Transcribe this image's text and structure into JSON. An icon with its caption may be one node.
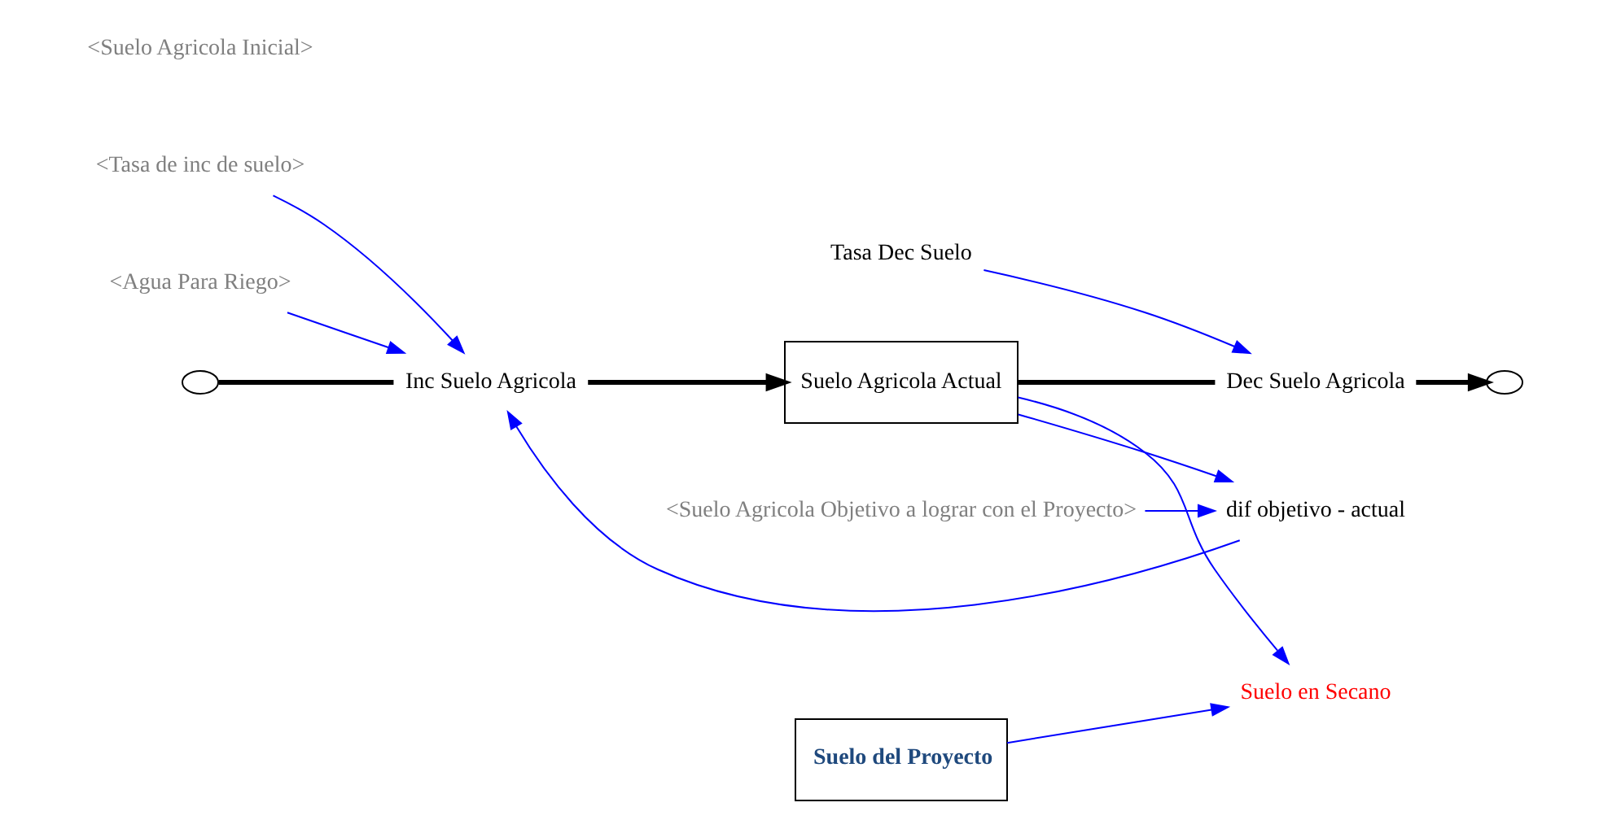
{
  "diagram": {
    "nodes": [
      {
        "text": [
          "<Tasa de inc de suelo>"
        ]
      },
      {
        "text": [
          "<Agua Para Riego>"
        ]
      },
      {
        "text": [],
        "shape": "cloud"
      },
      {
        "text": [
          "Inc Suelo Agricola"
        ]
      },
      {
        "text": [
          "Suelo Agricola Actual"
        ]
      },
      {
        "text": [
          "Dec Suelo Agricola"
        ]
      },
      {
        "text": [],
        "shape": "cloud"
      },
      {
        "text": [
          "<Suelo Agricola Objetivo a lograr con el Proyecto>"
        ]
      },
      {
        "text": [
          "Tasa Dec Suelo"
        ]
      },
      {
        "text": [
          "dif objetivo - actual"
        ]
      },
      {
        "text": [
          "Suelo del Proyecto"
        ]
      },
      {
        "text": [
          "Suelo en Secano"
        ]
      }
    ],
    "edges": [
      {
        "from": 2,
        "to": 3,
        "arrow": "none",
        "style": "thick",
        "color": "#000000"
      },
      {
        "from": 3,
        "to": 4,
        "arrow": "to",
        "style": "thick",
        "color": "#000000"
      },
      {
        "from": 4,
        "to": 5,
        "arrow": "none",
        "style": "thick",
        "color": "#000000"
      },
      {
        "from": 5,
        "to": 6,
        "arrow": "to",
        "style": "thick",
        "color": "#000000"
      },
      {
        "from": 0,
        "to": 3,
        "arrow": "to"
      },
      {
        "from": 1,
        "to": 3,
        "arrow": "to"
      },
      {
        "from": 9,
        "to": 3,
        "arrow": "to"
      },
      {
        "from": 7,
        "to": 9,
        "arrow": "to"
      },
      {
        "from": 4,
        "to": 9,
        "arrow": "to"
      },
      {
        "from": 4,
        "to": 11,
        "arrow": "to"
      },
      {
        "from": 10,
        "to": 11,
        "arrow": "to"
      },
      {
        "from": 8,
        "to": 5,
        "arrow": "to"
      }
    ],
    "labels": [
      "<Suelo Agricola Inicial>"
    ]
  }
}
